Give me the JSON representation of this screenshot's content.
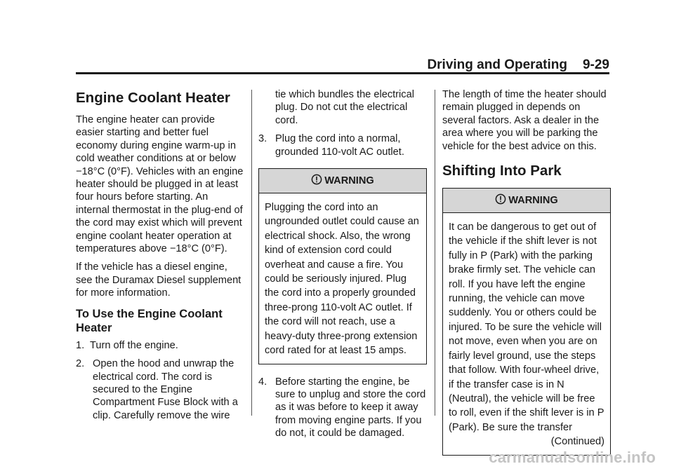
{
  "header": {
    "section": "Driving and Operating",
    "page": "9-29"
  },
  "col1": {
    "title": "Engine Coolant Heater",
    "para1": "The engine heater can provide easier starting and better fuel economy during engine warm-up in cold weather conditions at or below −18°C (0°F). Vehicles with an engine heater should be plugged in at least four hours before starting. An internal thermostat in the plug-end of the cord may exist which will prevent engine coolant heater operation at temperatures above −18°C (0°F).",
    "para2": "If the vehicle has a diesel engine, see the Duramax Diesel supplement for more information.",
    "subtitle": "To Use the Engine Coolant Heater",
    "step1_num": "1.",
    "step1": "Turn off the engine.",
    "step2_num": "2.",
    "step2": "Open the hood and unwrap the electrical cord. The cord is secured to the Engine Compartment Fuse Block with a clip. Carefully remove the wire"
  },
  "col2": {
    "step2_cont": "tie which bundles the electrical plug. Do not cut the electrical cord.",
    "step3_num": "3.",
    "step3": "Plug the cord into a normal, grounded 110-volt AC outlet.",
    "warning_label": "WARNING",
    "warning_text": "Plugging the cord into an ungrounded outlet could cause an electrical shock. Also, the wrong kind of extension cord could overheat and cause a fire. You could be seriously injured. Plug the cord into a properly grounded three-prong 110-volt AC outlet. If the cord will not reach, use a heavy-duty three-prong extension cord rated for at least 15 amps.",
    "step4_num": "4.",
    "step4": "Before starting the engine, be sure to unplug and store the cord as it was before to keep it away from moving engine parts. If you do not, it could be damaged."
  },
  "col3": {
    "para1": "The length of time the heater should remain plugged in depends on several factors. Ask a dealer in the area where you will be parking the vehicle for the best advice on this.",
    "title": "Shifting Into Park",
    "warning_label": "WARNING",
    "warning_text": "It can be dangerous to get out of the vehicle if the shift lever is not fully in P (Park) with the parking brake firmly set. The vehicle can roll. If you have left the engine running, the vehicle can move suddenly. You or others could be injured. To be sure the vehicle will not move, even when you are on fairly level ground, use the steps that follow. With four-wheel drive, if the transfer case is in N (Neutral), the vehicle will be free to roll, even if the shift lever is in P (Park). Be sure the transfer",
    "continued": "(Continued)"
  },
  "watermark": "carmanualsonline.info"
}
